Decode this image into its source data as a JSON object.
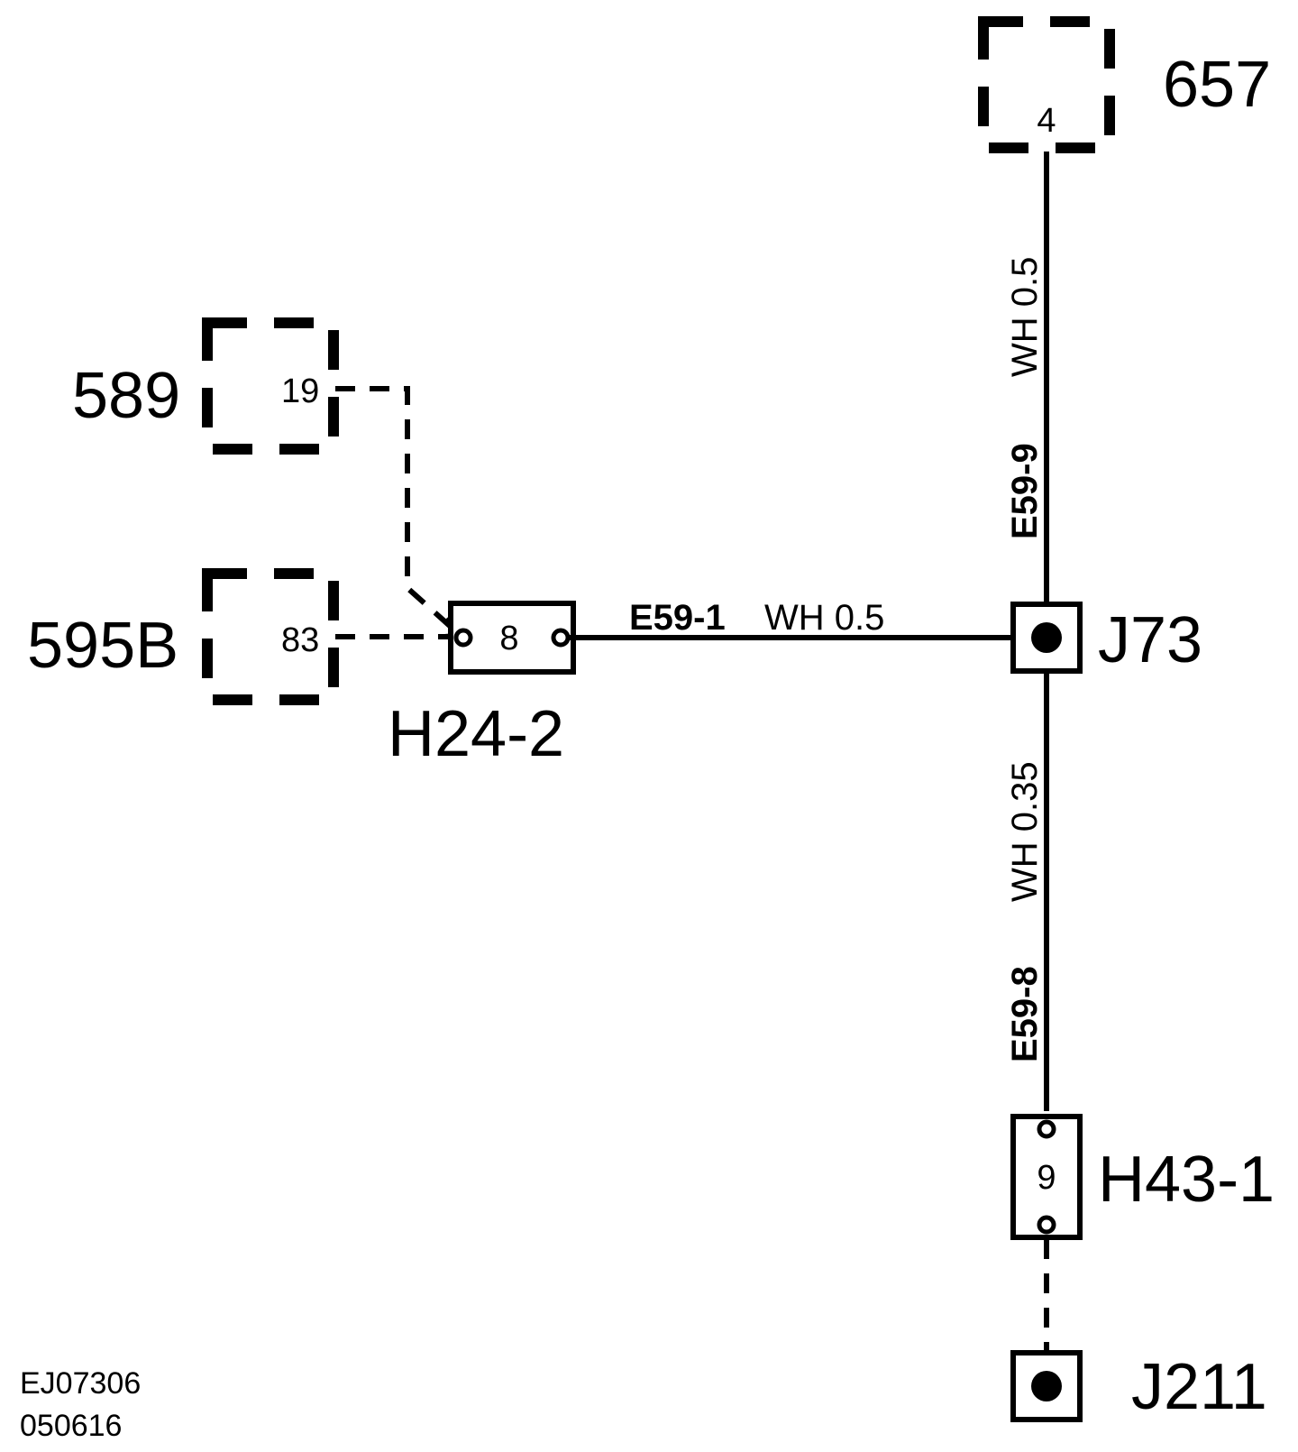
{
  "components": {
    "c657": {
      "label": "657",
      "pin": "4"
    },
    "c589": {
      "label": "589",
      "pin": "19"
    },
    "c595b": {
      "label": "595B",
      "pin": "83"
    }
  },
  "connectors": {
    "h24_2": {
      "label": "H24-2",
      "pin": "8"
    },
    "h43_1": {
      "label": "H43-1",
      "pin": "9"
    }
  },
  "splices": {
    "j73": {
      "label": "J73"
    },
    "j211": {
      "label": "J211"
    }
  },
  "wires": {
    "horizontal": {
      "id": "E59-1",
      "spec": "WH 0.5"
    },
    "upper_vertical": {
      "id": "E59-9",
      "spec": "WH 0.5"
    },
    "lower_vertical": {
      "id": "E59-8",
      "spec": "WH 0.35"
    }
  },
  "footer": {
    "ref_code": "EJ07306",
    "date_code": "050616"
  }
}
